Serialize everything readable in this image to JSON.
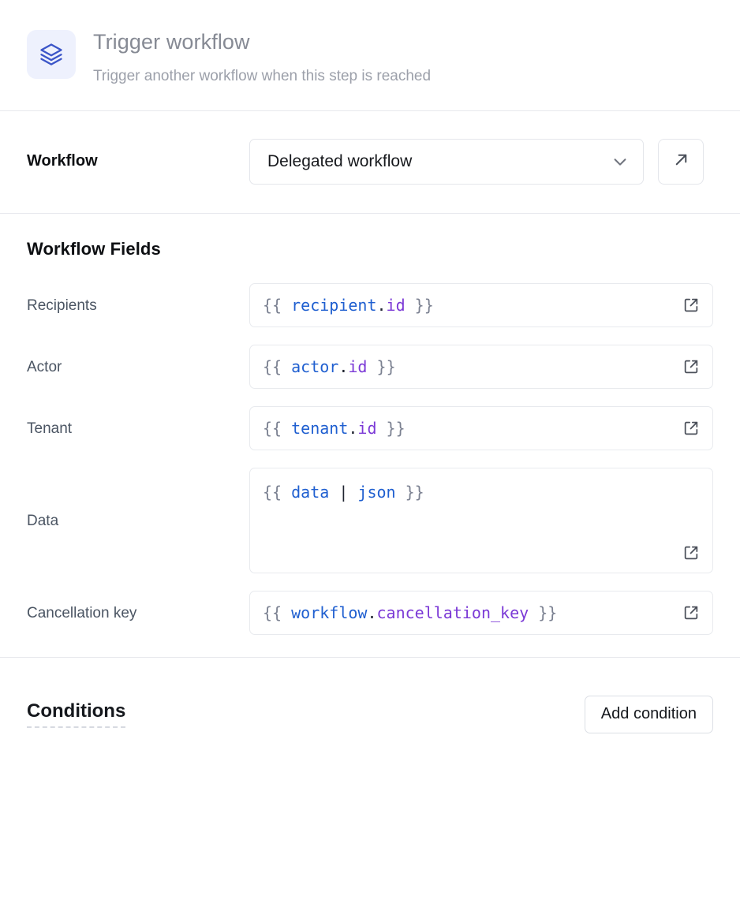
{
  "header": {
    "icon": "layers-stack-icon",
    "title": "Trigger workflow",
    "subtitle": "Trigger another workflow when this step is reached",
    "icon_color": "#3b55c8",
    "icon_bg": "#eef1fd"
  },
  "workflow_section": {
    "label": "Workflow",
    "select": {
      "value": "Delegated workflow",
      "chevron_icon": "chevron-down-icon"
    },
    "open_button_icon": "arrow-up-right-icon"
  },
  "fields_section": {
    "heading": "Workflow Fields",
    "rows": [
      {
        "label": "Recipients",
        "multiline": false,
        "tokens": [
          {
            "text": "{{ ",
            "kind": "br"
          },
          {
            "text": "recipient",
            "kind": "obj"
          },
          {
            "text": ".",
            "kind": "punct"
          },
          {
            "text": "id",
            "kind": "prop"
          },
          {
            "text": " }}",
            "kind": "br"
          }
        ],
        "raw": "{{ recipient.id }}",
        "action_icon": "external-link-icon"
      },
      {
        "label": "Actor",
        "multiline": false,
        "tokens": [
          {
            "text": "{{ ",
            "kind": "br"
          },
          {
            "text": "actor",
            "kind": "obj"
          },
          {
            "text": ".",
            "kind": "punct"
          },
          {
            "text": "id",
            "kind": "prop"
          },
          {
            "text": " }}",
            "kind": "br"
          }
        ],
        "raw": "{{ actor.id }}",
        "action_icon": "external-link-icon"
      },
      {
        "label": "Tenant",
        "multiline": false,
        "tokens": [
          {
            "text": "{{ ",
            "kind": "br"
          },
          {
            "text": "tenant",
            "kind": "obj"
          },
          {
            "text": ".",
            "kind": "punct"
          },
          {
            "text": "id",
            "kind": "prop"
          },
          {
            "text": " }}",
            "kind": "br"
          }
        ],
        "raw": "{{ tenant.id }}",
        "action_icon": "external-link-icon"
      },
      {
        "label": "Data",
        "multiline": true,
        "tokens": [
          {
            "text": "{{ ",
            "kind": "br"
          },
          {
            "text": "data",
            "kind": "obj"
          },
          {
            "text": " | ",
            "kind": "punct"
          },
          {
            "text": "json",
            "kind": "filter"
          },
          {
            "text": " }}",
            "kind": "br"
          }
        ],
        "raw": "{{ data | json }}",
        "action_icon": "external-link-icon"
      },
      {
        "label": "Cancellation key",
        "multiline": false,
        "tokens": [
          {
            "text": "{{ ",
            "kind": "br"
          },
          {
            "text": "workflow",
            "kind": "obj"
          },
          {
            "text": ".",
            "kind": "punct"
          },
          {
            "text": "cancellation_key",
            "kind": "prop"
          },
          {
            "text": " }}",
            "kind": "br"
          }
        ],
        "raw": "{{ workflow.cancellation_key }}",
        "action_icon": "external-link-icon"
      }
    ]
  },
  "conditions_section": {
    "title": "Conditions",
    "add_button_label": "Add condition"
  },
  "colors": {
    "accent": "#3b55c8",
    "border": "#e4e6eb",
    "divider": "#e7e8ed",
    "token_object": "#1f5fd0",
    "token_property": "#7b39d6",
    "token_brace": "#7b8191",
    "text_muted": "#868a94",
    "text_dark": "#0d0f12"
  }
}
